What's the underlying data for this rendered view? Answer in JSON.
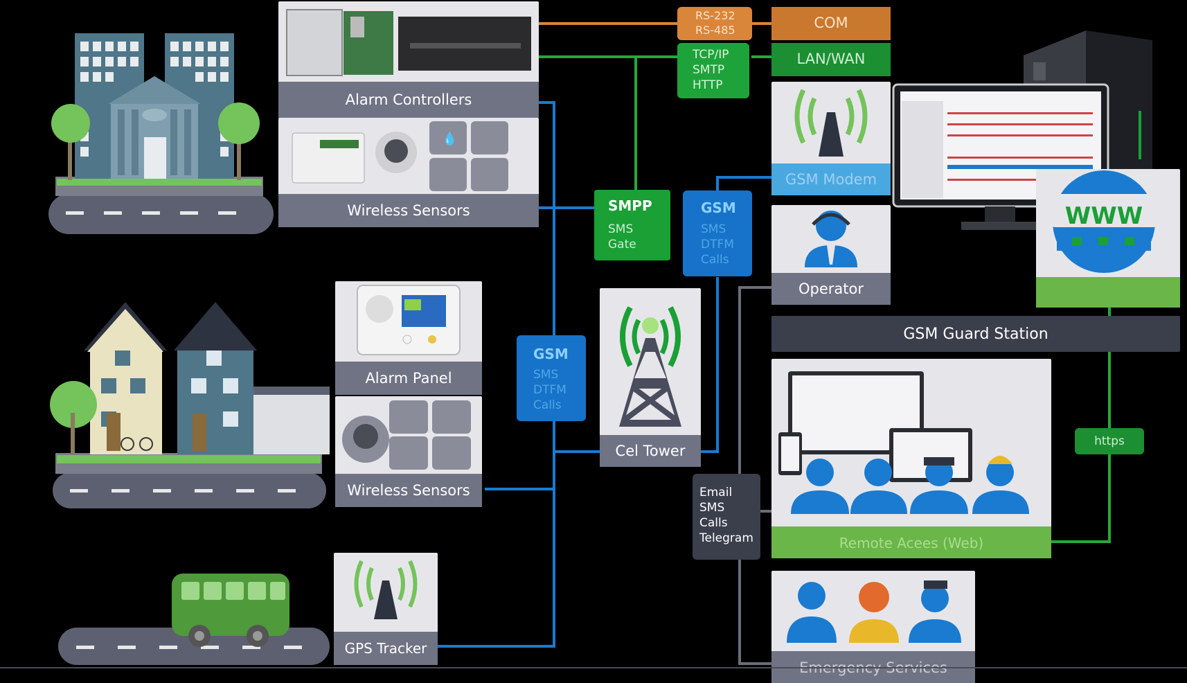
{
  "colors": {
    "background": "#000000",
    "panel_light": "#e6e6ea",
    "panel_bar": "#6f7384",
    "panel_dark": "#3b3f4c",
    "rs_orange": "#d9853a",
    "com_orange": "#c9782e",
    "tcp_green": "#1ea33a",
    "lan_green": "#1b8f32",
    "smpp_green": "#1aa035",
    "gsm_blue": "#1673c9",
    "modem_blue": "#4aa8e0",
    "web_green": "#6ab648",
    "https_green": "#1b8f32",
    "line_orange": "#d9853a",
    "line_green": "#27a838",
    "line_blue": "#1a7bd0",
    "line_gray": "#6a6e7a"
  },
  "locations": {
    "office_icon": "office-building-icon",
    "houses_icon": "residential-houses-icon",
    "bus_icon": "bus-icon"
  },
  "devices": {
    "alarm_controllers": "Alarm Controllers",
    "wireless_sensors_top": "Wireless Sensors",
    "alarm_panel": "Alarm Panel",
    "wireless_sensors_mid": "Wireless Sensors",
    "gps_tracker": "GPS Tracker"
  },
  "links": {
    "rs": [
      "RS-232",
      "RS-485"
    ],
    "tcp": [
      "TCP/IP",
      "SMTP",
      "HTTP"
    ],
    "smpp": {
      "title": "SMPP",
      "lines": [
        "SMS",
        "Gate"
      ]
    },
    "gsm_top": {
      "title": "GSM",
      "lines": [
        "SMS",
        "DTFM",
        "Calls"
      ]
    },
    "gsm_mid": {
      "title": "GSM",
      "lines": [
        "SMS",
        "DTFM",
        "Calls"
      ]
    },
    "notify": [
      "Email",
      "SMS",
      "Calls",
      "Telegram"
    ],
    "https": "https"
  },
  "station": {
    "com": "COM",
    "lan": "LAN/WAN",
    "gsm_modem": "GSM Modem",
    "operator": "Operator",
    "title": "GSM Guard Station",
    "www": "WWW",
    "cel_tower": "Cel Tower"
  },
  "remote": {
    "remote_access": "Remote Acees (Web)",
    "emergency": "Emergency Services"
  }
}
